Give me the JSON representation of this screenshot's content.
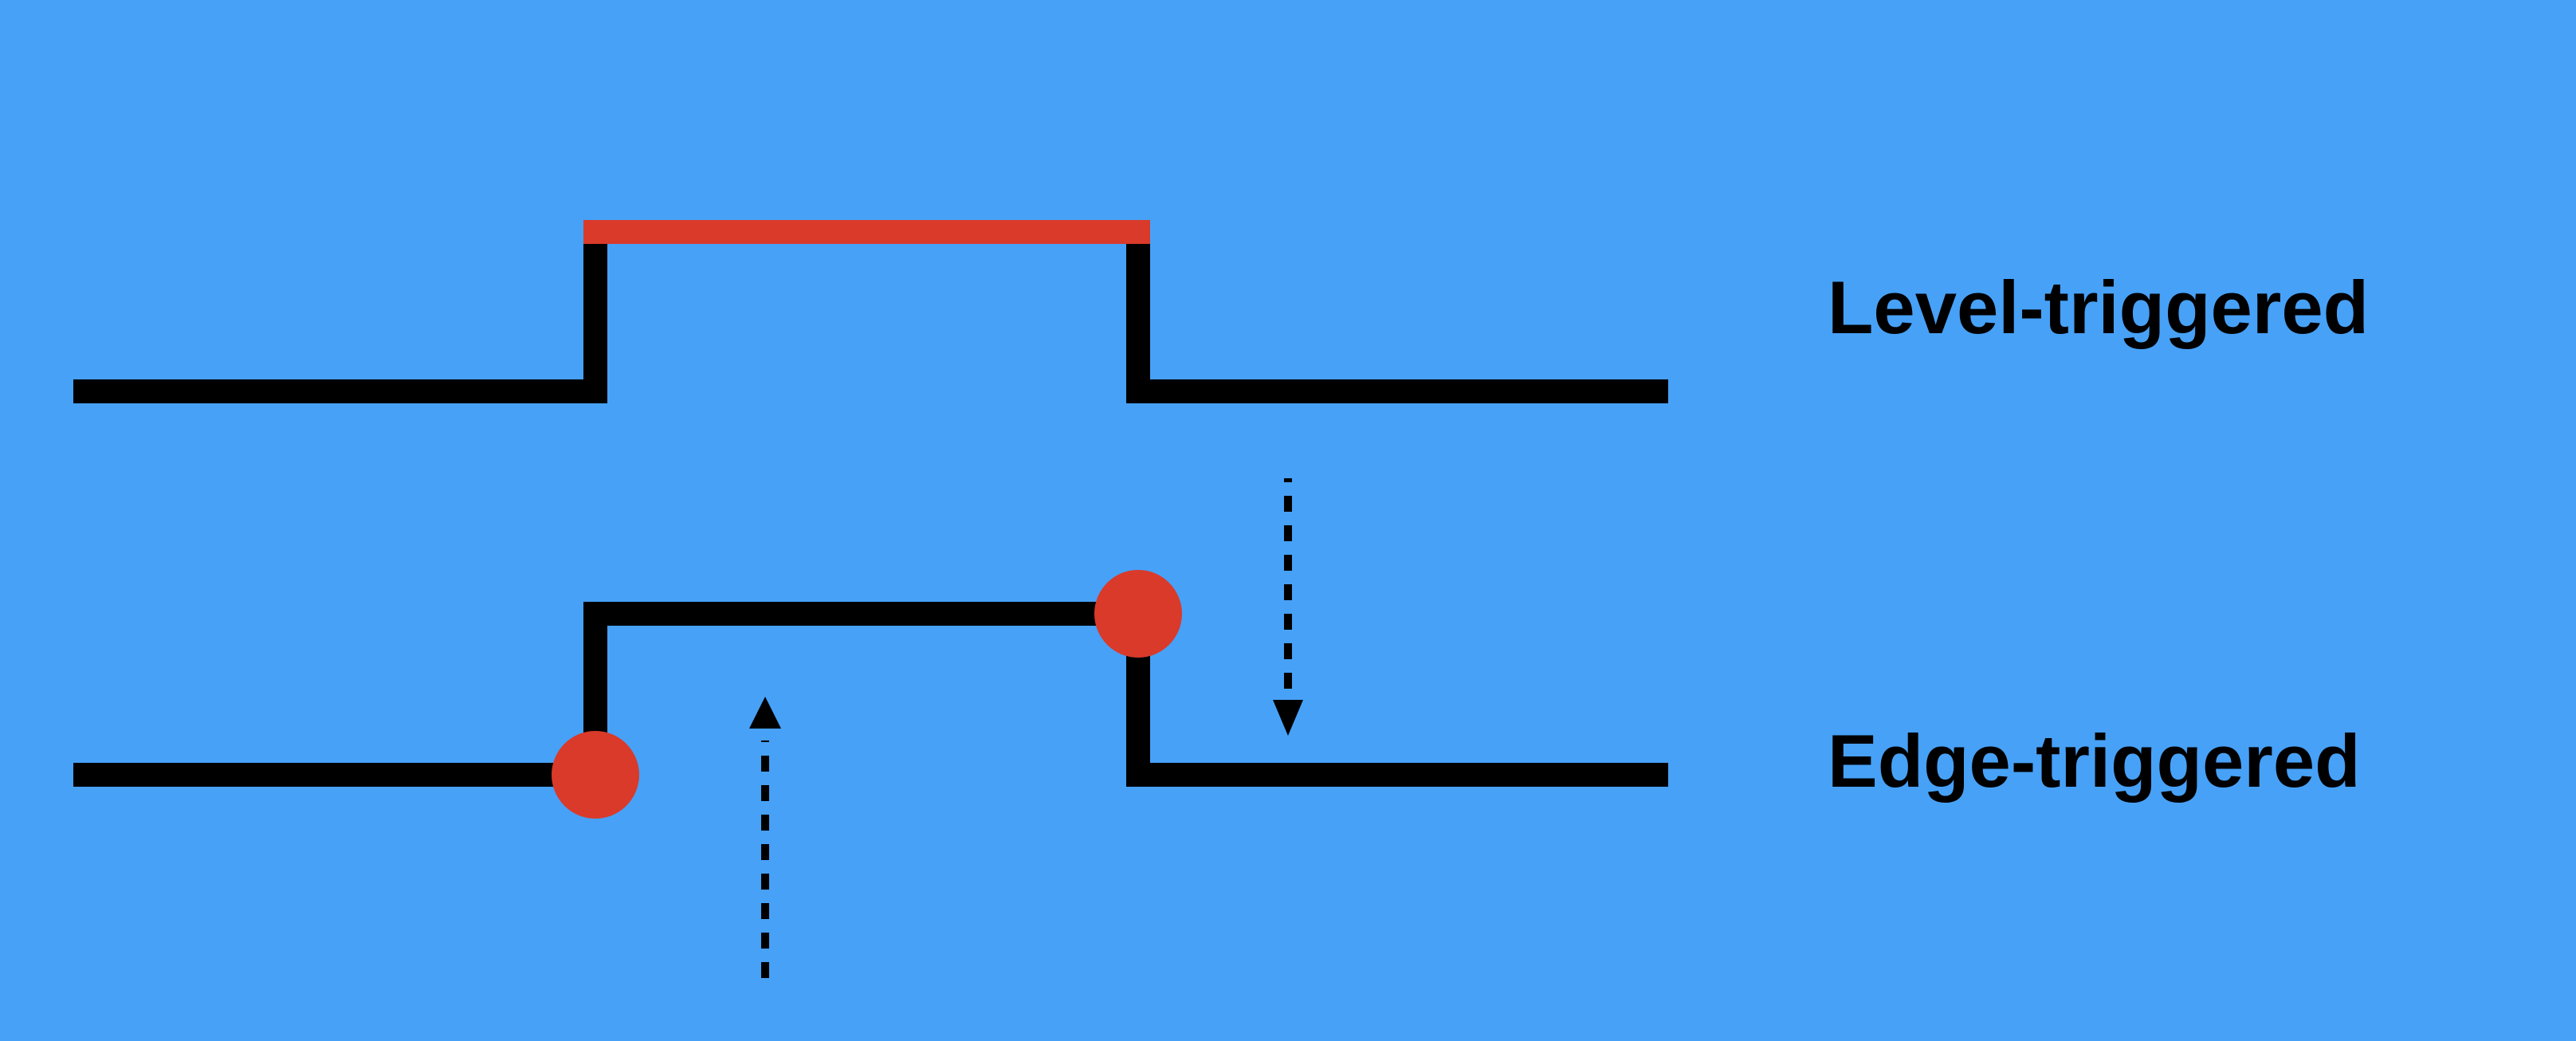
{
  "labels": {
    "level": "Level-triggered",
    "edge": "Edge-triggered"
  },
  "colors": {
    "background": "#47A1F7",
    "signal": "#000000",
    "accent": "#D93A2A"
  },
  "icons": {
    "rising_edge_marker": "red-dot",
    "falling_edge_marker": "red-dot",
    "rising_edge_arrow": "dashed-arrow-up",
    "falling_edge_arrow": "dashed-arrow-down"
  }
}
